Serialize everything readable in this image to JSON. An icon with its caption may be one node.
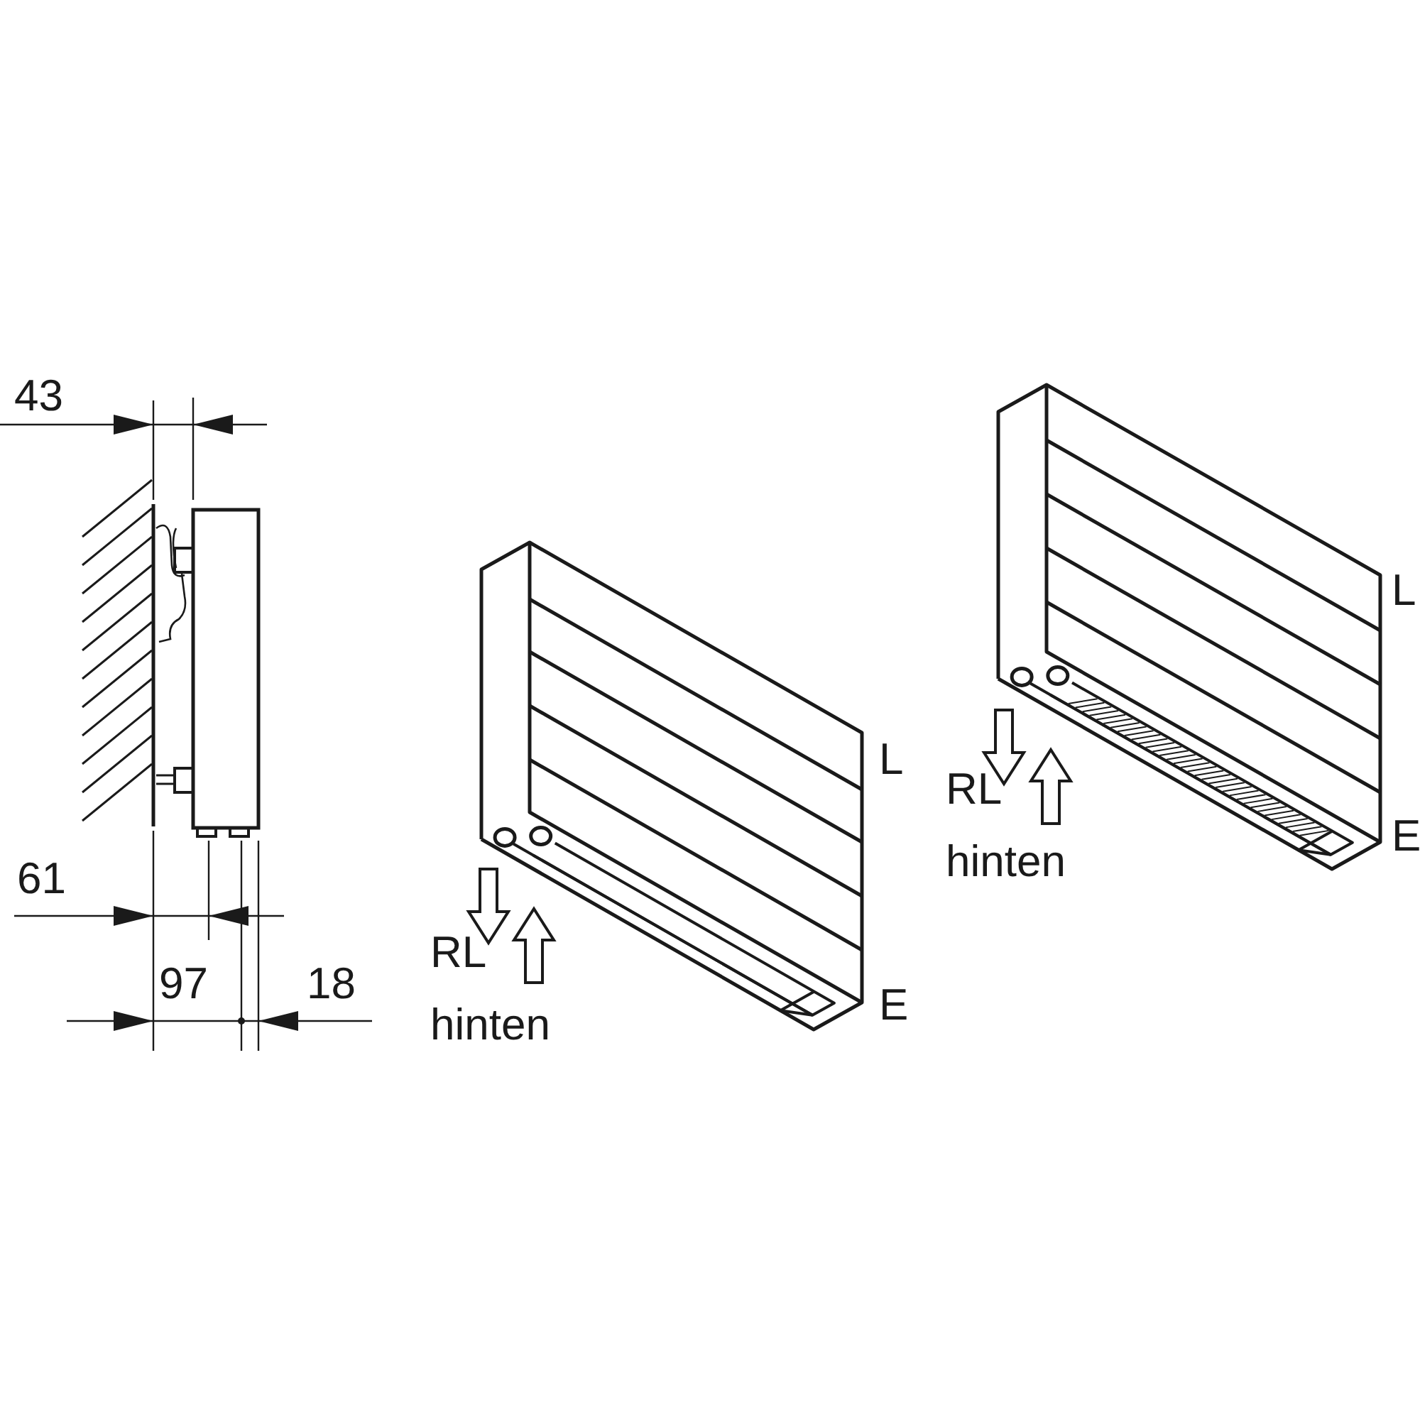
{
  "diagram": {
    "labels": [
      "43",
      "61",
      "97",
      "18",
      "L",
      "RL",
      "hinten",
      "E",
      "L",
      "RL",
      "hinten",
      "E"
    ]
  }
}
